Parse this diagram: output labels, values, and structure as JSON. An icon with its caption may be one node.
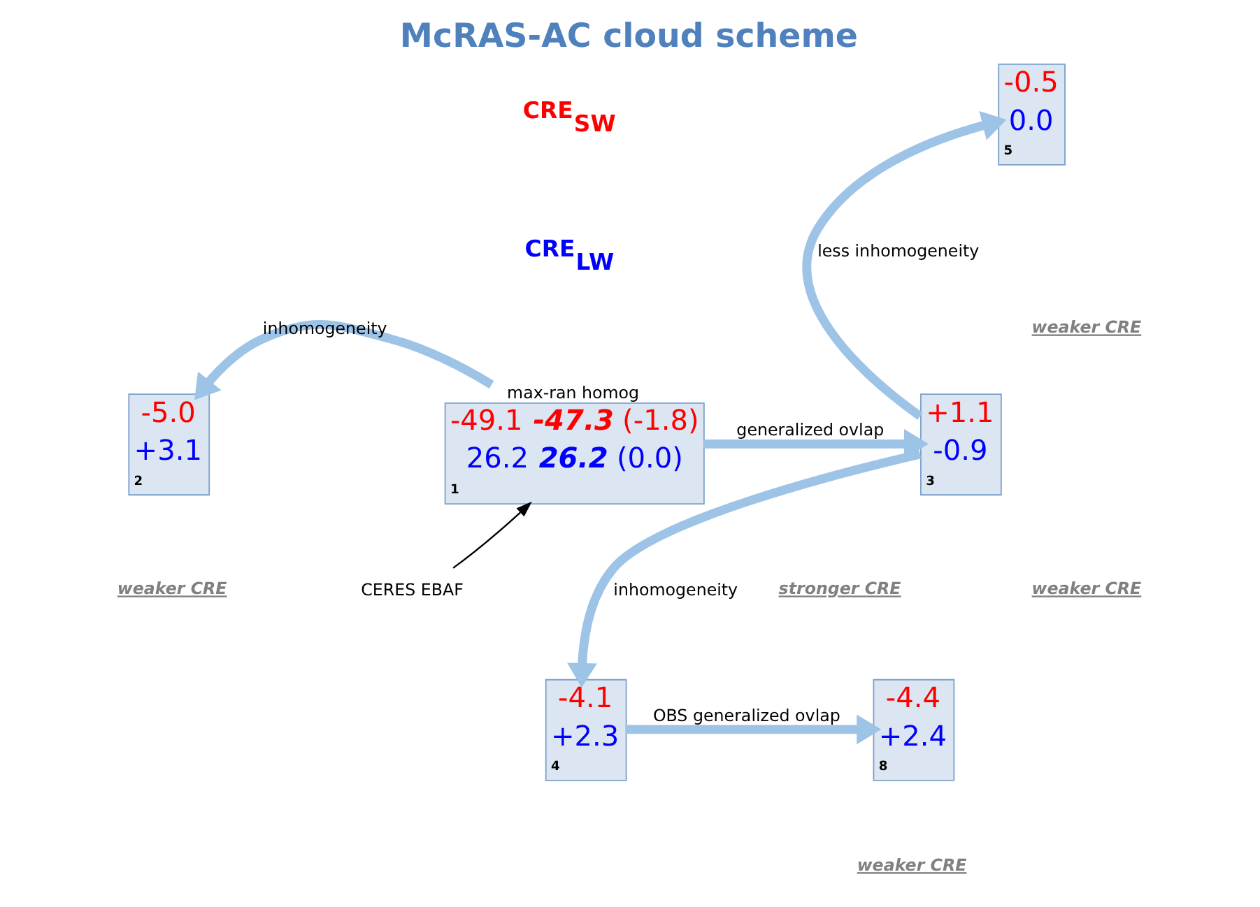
{
  "diagram": {
    "title": "McRAS-AC cloud scheme",
    "nodes": [
      {
        "text": [
          "-49.1 **-47.3** (-1.8)",
          "26.2 **26.2** (0.0)",
          "1"
        ],
        "beside": [
          "max-ran homog"
        ]
      },
      {
        "text": [
          "-5.0",
          "+3.1",
          "2"
        ]
      },
      {
        "text": [
          "+1.1",
          "-0.9",
          "3"
        ]
      },
      {
        "text": [
          "-0.5",
          "0.0",
          "5"
        ]
      },
      {
        "text": [
          "-4.1",
          "+2.3",
          "4"
        ]
      },
      {
        "text": [
          "-4.4",
          "+2.4",
          "8"
        ]
      },
      {
        "text": [
          "CERES EBAF"
        ]
      }
    ],
    "edges": [
      {
        "from": 0,
        "to": 1,
        "arrow": "to",
        "label": "inhomogeneity"
      },
      {
        "from": 0,
        "to": 2,
        "arrow": "to",
        "label": "generalized ovlap"
      },
      {
        "from": 2,
        "to": 3,
        "arrow": "to",
        "label": "less inhomogeneity"
      },
      {
        "from": 2,
        "to": 4,
        "arrow": "to",
        "label": "inhomogeneity"
      },
      {
        "from": 4,
        "to": 5,
        "arrow": "to",
        "label": "OBS generalized ovlap"
      },
      {
        "from": 6,
        "to": 0,
        "arrow": "to",
        "color": "#000000"
      }
    ],
    "labels": [
      "CRE$_{SW}$",
      "CRE$_{LW}$",
      "weaker CRE",
      "weaker CRE",
      "stronger CRE",
      "weaker CRE",
      "weaker CRE"
    ]
  }
}
